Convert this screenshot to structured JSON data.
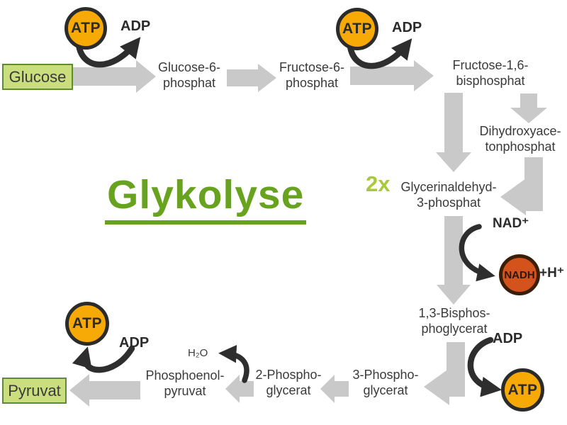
{
  "title": {
    "text": "Glykolyse"
  },
  "molecules": {
    "glucose": "Glucose",
    "g6p": "Glucose-6-\nphosphat",
    "f6p": "Fructose-6-\nphosphat",
    "f16bp": "Fructose-1,6-\nbisphosphat",
    "dhap": "Dihydroxyace-\ntonphosphat",
    "gap_multiplier": "2x",
    "gap": "Glycerinaldehyd-\n3-phosphat",
    "bpg": "1,3-Bisphos-\nphoglycerat",
    "pg3": "3-Phospho-\nglycerat",
    "pg2": "2-Phospho-\nglycerat",
    "pep": "Phosphoenol-\npyruvat",
    "pyruvate": "Pyruvat"
  },
  "cofactors": {
    "atp": "ATP",
    "adp": "ADP",
    "nad_plus": "NAD⁺",
    "nadh": "NADH",
    "h_plus": "+H⁺",
    "water": "H₂O"
  },
  "colors": {
    "atp-fill": "#F7A906",
    "nadh-fill": "#D4531C",
    "box-fill": "#CBDE7D",
    "box-border": "#5F8C30",
    "title-green": "#67A31F",
    "multiplier-green": "#A8C93A",
    "arrow-gray": "#C9C9C9",
    "ink": "#3A3A3A",
    "ink-strong": "#2B2B2B",
    "black-arrow": "#2E2E2E"
  }
}
